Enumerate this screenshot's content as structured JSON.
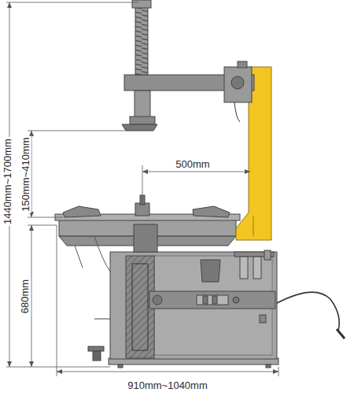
{
  "diagram": {
    "labels": [
      "1440mm~1700mm",
      "150mm~410mm",
      "500mm",
      "680mm",
      "910mm~1040mm"
    ]
  }
}
